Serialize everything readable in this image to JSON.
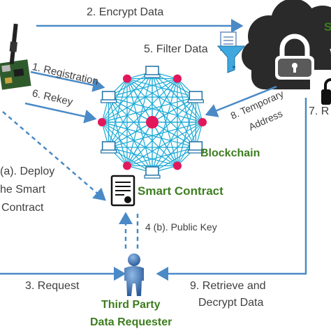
{
  "labels": {
    "encrypt": "2. Encrypt Data",
    "filter": "5. Filter Data",
    "registration": "1. Registration",
    "rekey": "6. Rekey",
    "temporary_line1": "8. Temporary",
    "temporary_line2": "Address",
    "step7": "7. R",
    "deploy_line1": "(a). Deploy",
    "deploy_line2": "he Smart",
    "deploy_line3": "Contract",
    "public_key": "4 (b). Public Key",
    "request": "3. Request",
    "retrieve_line1": "9. Retrieve  and",
    "retrieve_line2": "Decrypt Data",
    "blockchain": "Blockchain",
    "smart_contract": "Smart Contract",
    "third_party_line1": "Third Party",
    "third_party_line2": "Data Requester",
    "cloud_title": "S"
  },
  "colors": {
    "arrow": "#4a8ac6",
    "blockchain_mesh": "#18a9d6",
    "node": "#e2185b",
    "green_text": "#3d7d1f",
    "cloud": "#2a2a2a"
  },
  "icons": [
    "iot-device-icon",
    "cloud-icon",
    "padlock-icon",
    "funnel-icon",
    "document-icon",
    "computer-icon",
    "contract-icon",
    "person-icon"
  ]
}
